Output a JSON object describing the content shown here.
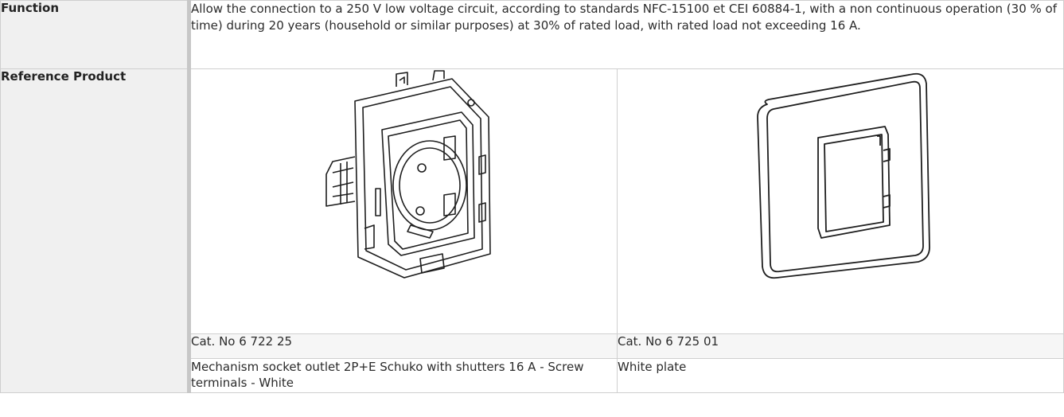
{
  "function": {
    "label": "Function",
    "text": "Allow the connection to a 250 V low voltage circuit, according to standards NFC-15100 et CEI 60884-1, with a non continuous operation (30 % of time) during 20 years (household or similar purposes) at 30% of rated load, with rated load not exceeding 16 A."
  },
  "reference": {
    "label": "Reference Product",
    "products": [
      {
        "image_icon": "socket-outlet-mechanism-icon",
        "cat_no": "Cat. No 6 722 25",
        "description": "Mechanism socket outlet 2P+E Schuko with shutters 16 A - Screw terminals - White"
      },
      {
        "image_icon": "cover-plate-icon",
        "cat_no": "Cat. No 6 725 01",
        "description": "White plate"
      }
    ]
  }
}
